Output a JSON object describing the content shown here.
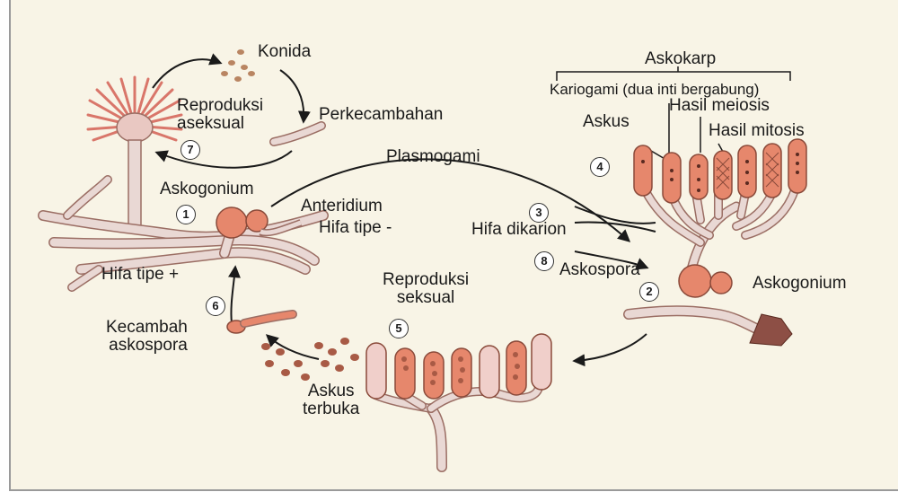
{
  "labels": {
    "konida": "Konida",
    "reproduksi_aseksual": "Reproduksi\naseksual",
    "perkecambahan": "Perkecambahan",
    "askogonium_left": "Askogonium",
    "anteridium": "Anteridium",
    "hifa_tipe_minus": "Hifa tipe -",
    "hifa_tipe_plus": "Hifa tipe +",
    "plasmogami": "Plasmogami",
    "askokarp": "Askokarp",
    "kariogami": "Kariogami (dua inti bergabung)",
    "askus": "Askus",
    "hasil_meiosis": "Hasil meiosis",
    "hasil_mitosis": "Hasil mitosis",
    "hifa_dikarion": "Hifa dikarion",
    "askospora": "Askospora",
    "askogonium_right": "Askogonium",
    "reproduksi_seksual": "Reproduksi\nseksual",
    "kecambah_askospora": "Kecambah\naskospora",
    "askus_terbuka": "Askus\nterbuka"
  },
  "steps": [
    "1",
    "2",
    "3",
    "4",
    "5",
    "6",
    "7",
    "8"
  ],
  "colors": {
    "hypha_fill": "#e9d8d4",
    "hypha_stroke": "#9b6e64",
    "spore": "#e6876c",
    "dark_spore": "#a85a45",
    "substrate": "#8d4f45",
    "background": "#f8f4e6"
  }
}
